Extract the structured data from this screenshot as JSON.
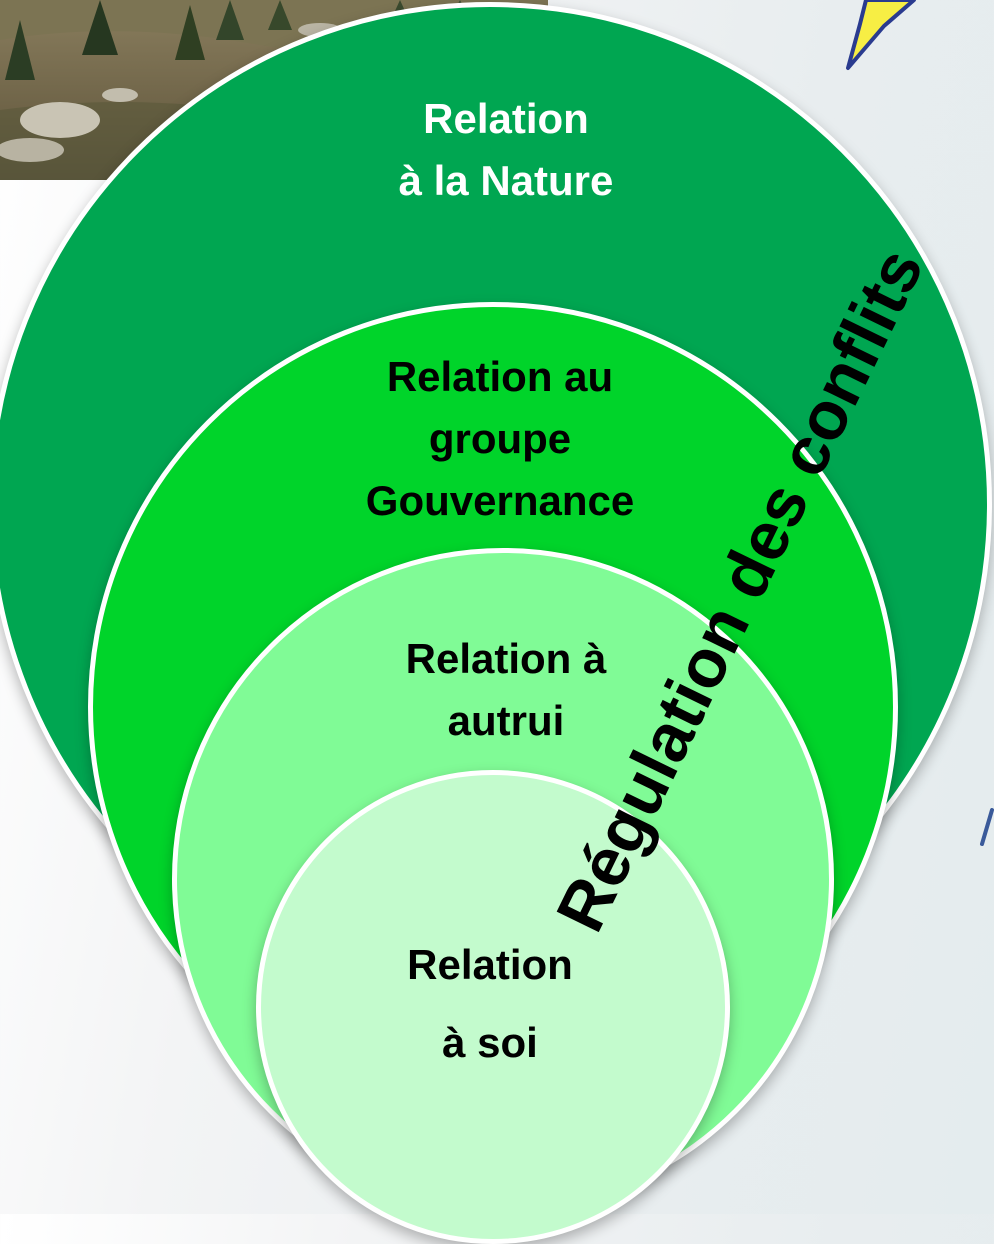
{
  "diagram": {
    "circles": {
      "nature": {
        "lines": [
          "Relation",
          "à la Nature"
        ],
        "color": "#00a651",
        "text_color": "#ffffff"
      },
      "groupe": {
        "lines": [
          "Relation au",
          "groupe",
          "Gouvernance"
        ],
        "color": "#00d42a",
        "text_color": "#000000"
      },
      "autrui": {
        "lines": [
          "Relation à",
          "autrui"
        ],
        "color": "#80fb96",
        "text_color": "#000000"
      },
      "soi": {
        "lines": [
          "Relation",
          "à soi"
        ],
        "color": "#c3fbcd",
        "text_color": "#000000"
      }
    },
    "crosscut_label": "Régulation des conflits"
  },
  "decorations": {
    "photo": "landscape-photo",
    "top_icon": "lightning-bolt-icon",
    "side_icon": "blue-stroke-icon"
  }
}
